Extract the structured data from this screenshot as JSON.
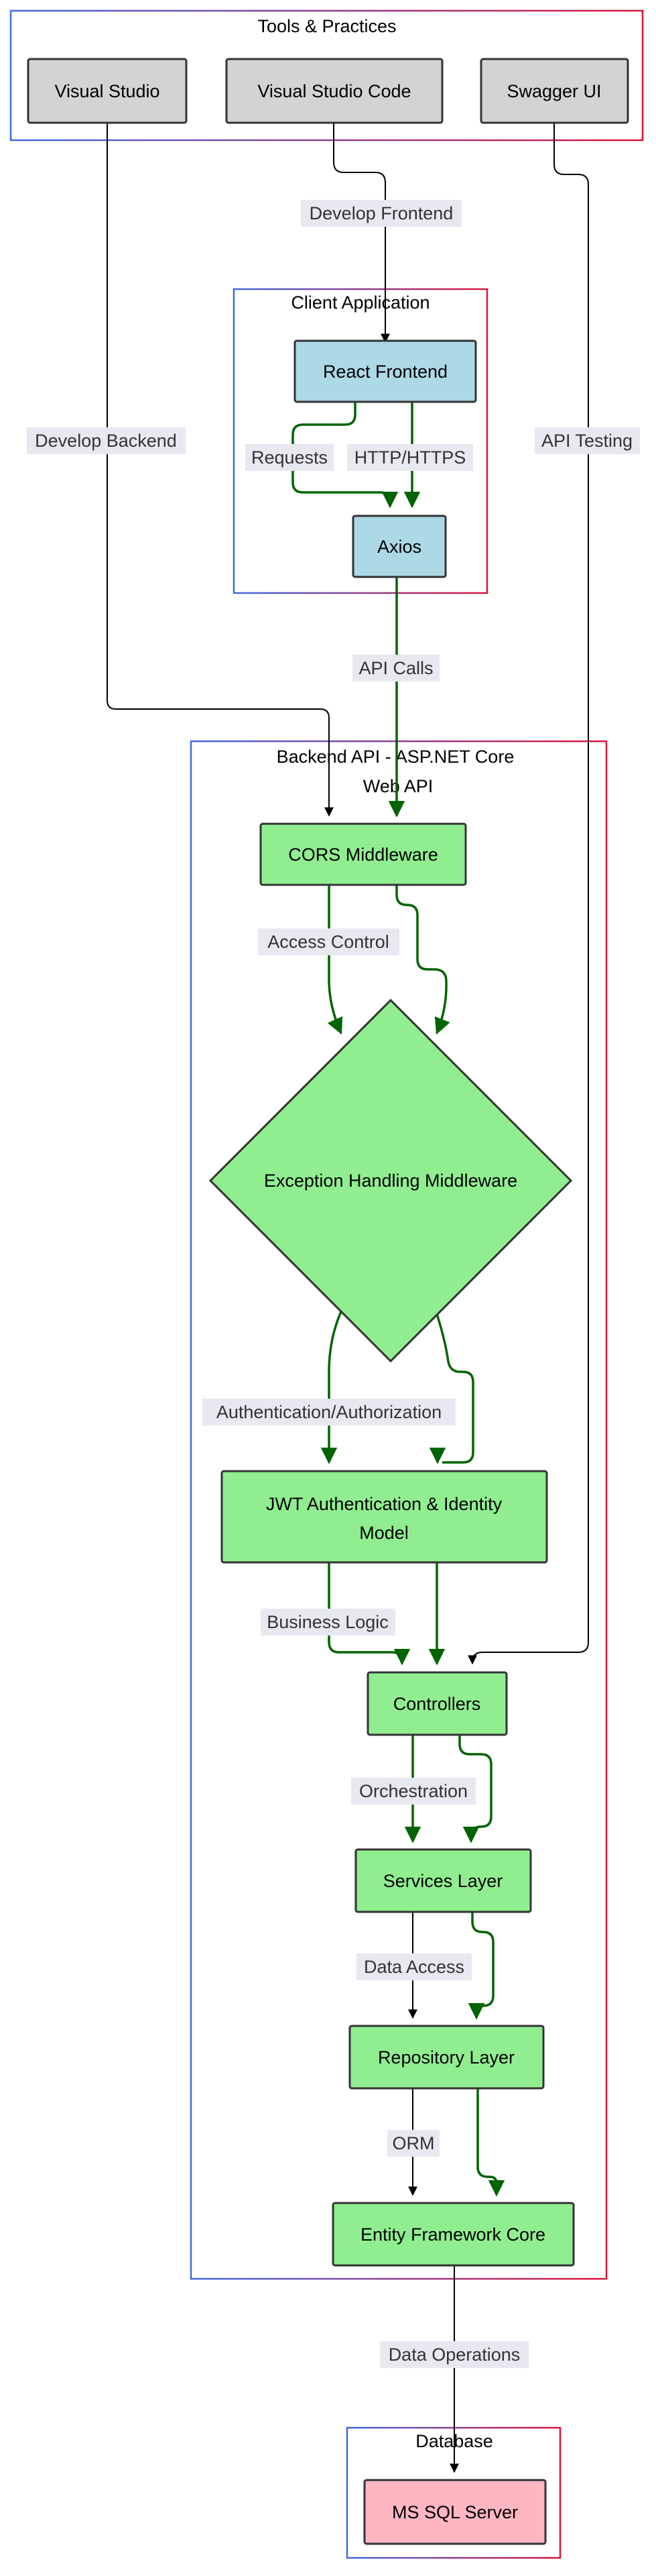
{
  "colors": {
    "tools_fill": "#d3d3d3",
    "client_fill": "#add8e6",
    "backend_fill": "#90ee90",
    "database_fill": "#ffb6c1",
    "green_edge": "#006400",
    "black_edge": "#000000",
    "cluster_border_a": "#4169e1",
    "cluster_border_b": "#dc143c"
  },
  "clusters": {
    "tools": "Tools & Practices",
    "client": "Client Application",
    "backend_line1": "Backend API - ASP.NET Core",
    "backend_line2": "Web API",
    "database": "Database"
  },
  "nodes": {
    "visual_studio": "Visual Studio",
    "vscode": "Visual Studio Code",
    "swagger": "Swagger UI",
    "react": "React Frontend",
    "axios": "Axios",
    "cors": "CORS Middleware",
    "exception": "Exception Handling Middleware",
    "jwt_line1": "JWT Authentication & Identity",
    "jwt_line2": "Model",
    "controllers": "Controllers",
    "services": "Services Layer",
    "repository": "Repository Layer",
    "ef": "Entity Framework Core",
    "mssql": "MS SQL Server"
  },
  "edges": {
    "develop_frontend": "Develop Frontend",
    "develop_backend": "Develop Backend",
    "api_testing": "API Testing",
    "requests": "Requests",
    "http_https": "HTTP/HTTPS",
    "api_calls": "API Calls",
    "access_control": "Access Control",
    "auth": "Authentication/Authorization",
    "business_logic": "Business Logic",
    "orchestration": "Orchestration",
    "data_access": "Data Access",
    "orm": "ORM",
    "data_operations": "Data Operations"
  }
}
